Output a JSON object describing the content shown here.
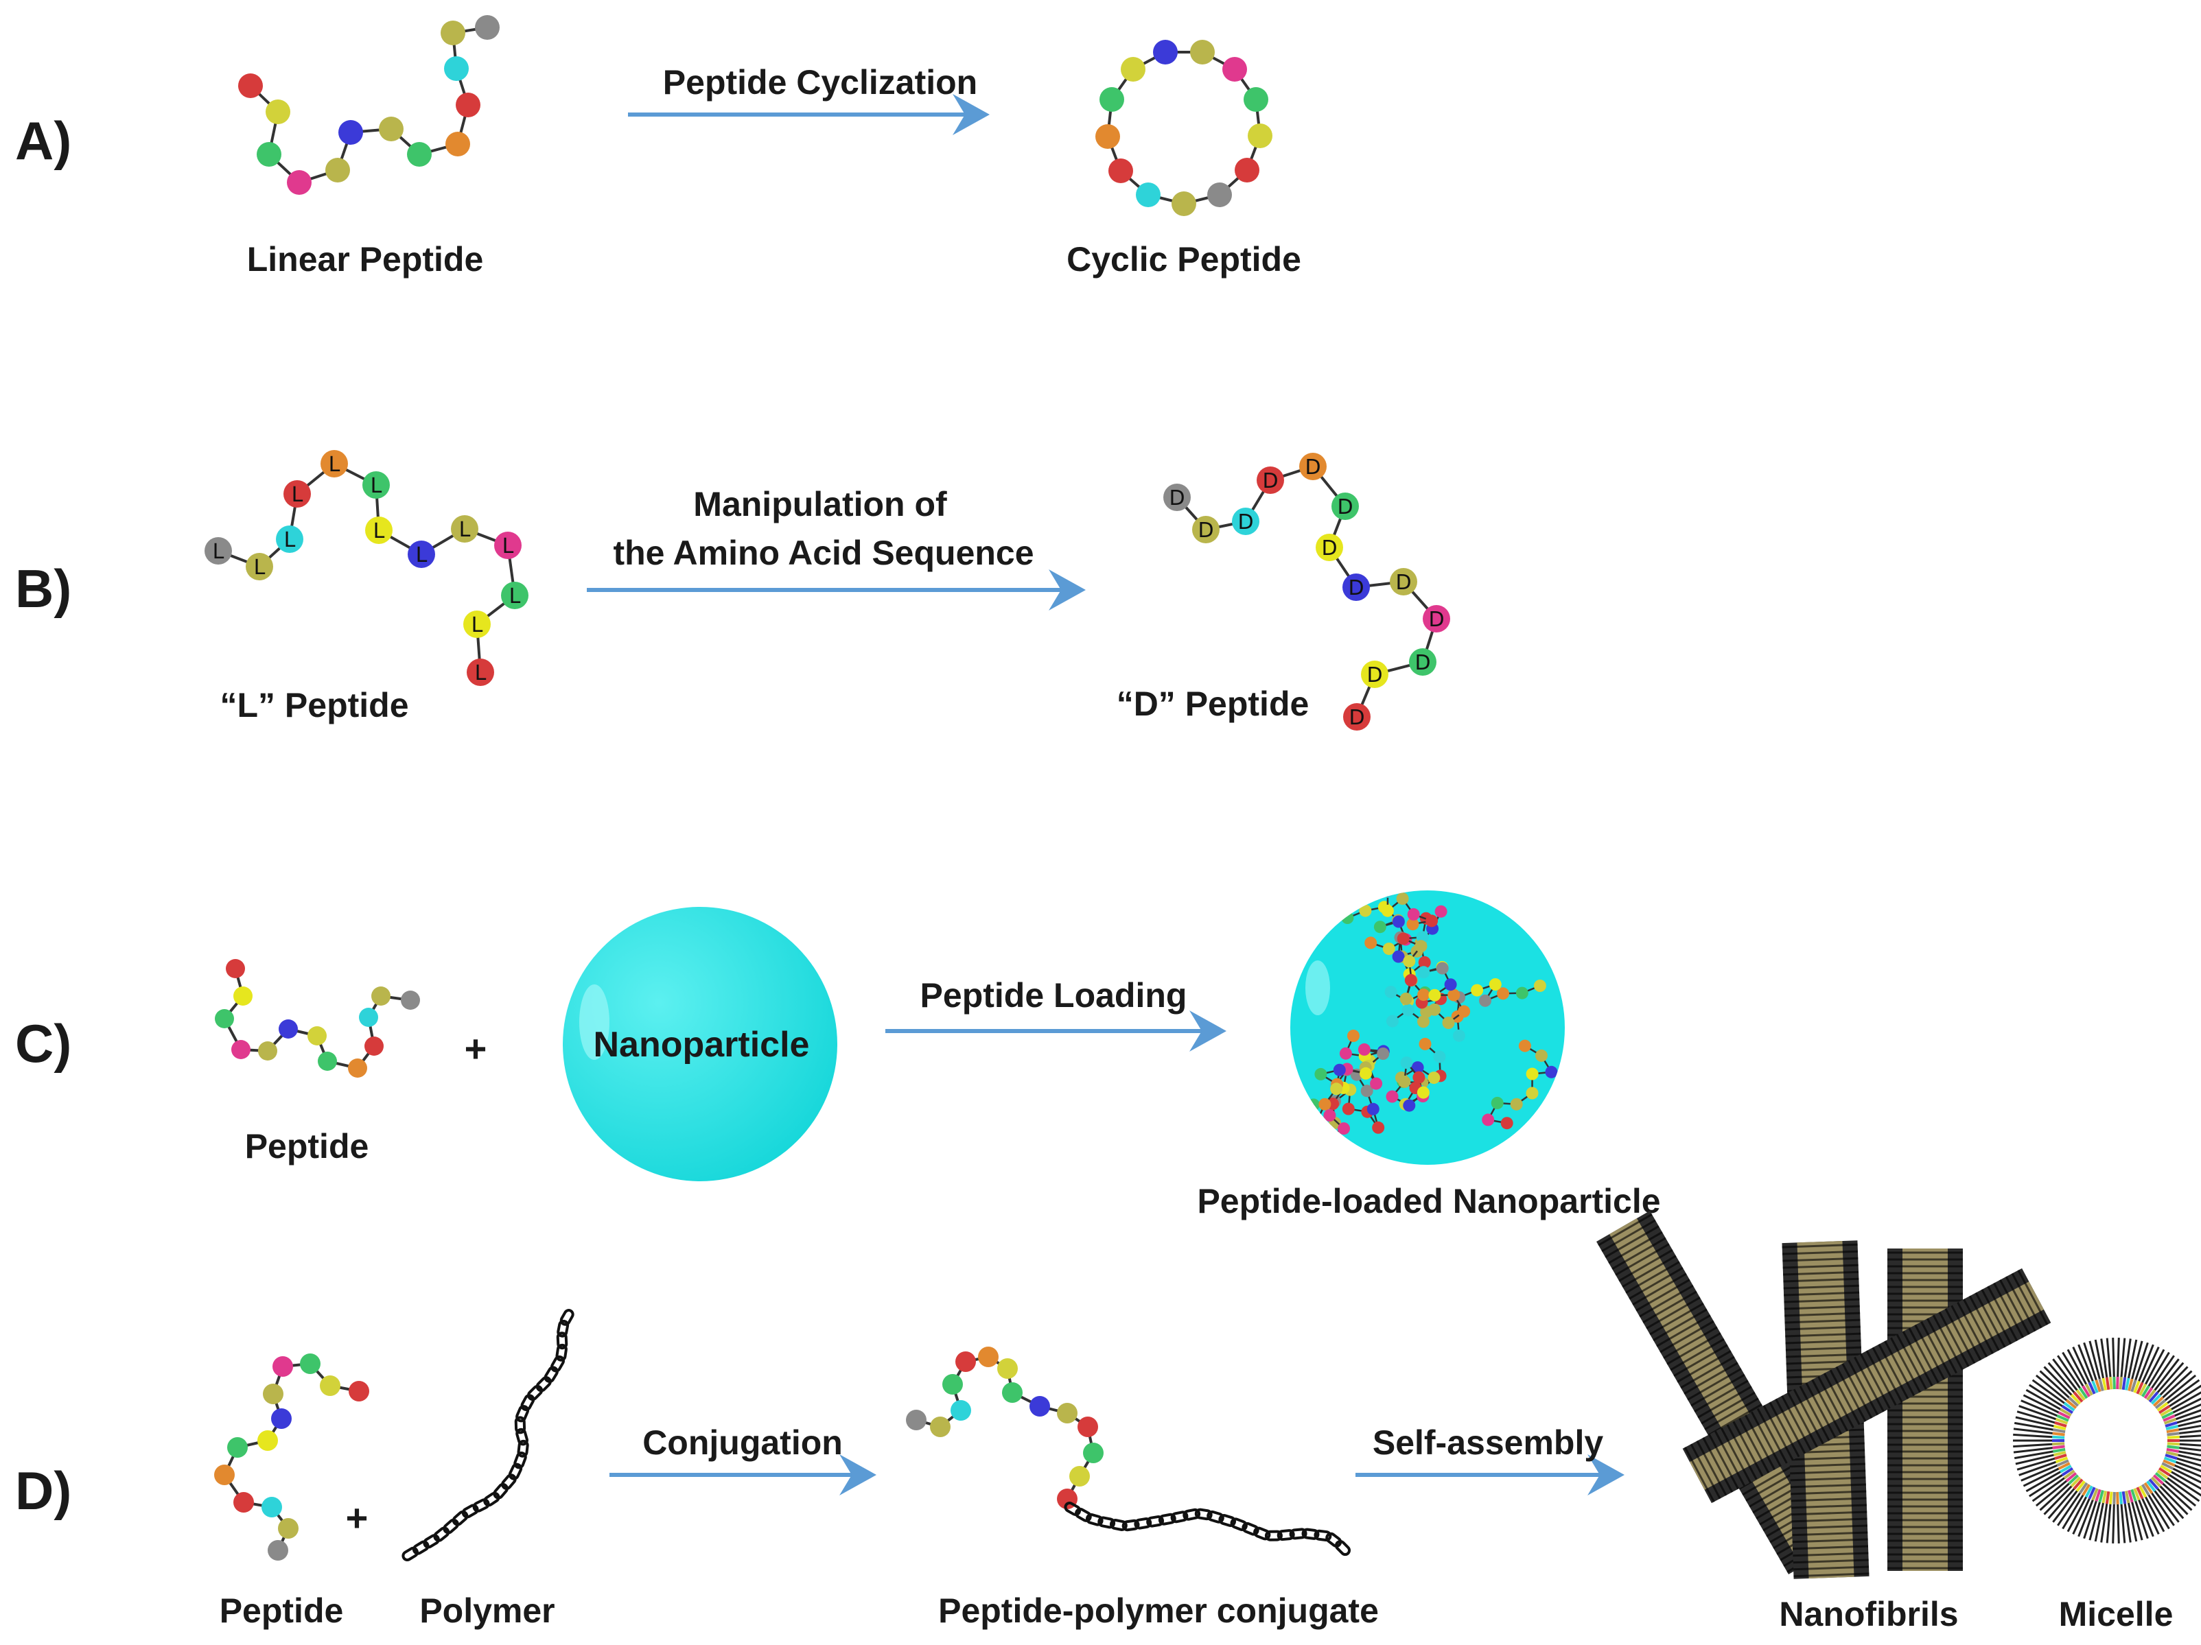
{
  "colors": {
    "arrow": "#5b9bd5",
    "nanoparticle": "#1be1e3",
    "residues": [
      "#d63b3b",
      "#d2d23a",
      "#3ec46a",
      "#e0398e",
      "#b9b54c",
      "#3b3ad8",
      "#2ed3d9",
      "#e2892f",
      "#8a8a8a",
      "#e6e61e"
    ]
  },
  "panels": [
    {
      "id": "A",
      "label": "A)",
      "left_caption": "Linear Peptide",
      "arrow_label": [
        "Peptide Cyclization"
      ],
      "right_caption": "Cyclic Peptide"
    },
    {
      "id": "B",
      "label": "B)",
      "left_caption": "“L” Peptide",
      "arrow_label": [
        "Manipulation of",
        "the Amino Acid Sequence"
      ],
      "right_caption": "“D” Peptide",
      "left_letter": "L",
      "right_letter": "D"
    },
    {
      "id": "C",
      "label": "C)",
      "left_caption": "Peptide",
      "plus": "+",
      "particle_label": "Nanoparticle",
      "arrow_label": [
        "Peptide Loading"
      ],
      "right_caption": "Peptide-loaded Nanoparticle"
    },
    {
      "id": "D",
      "label": "D)",
      "left_caption": "Peptide",
      "plus": "+",
      "polymer_caption": "Polymer",
      "arrow1_label": [
        "Conjugation"
      ],
      "conjugate_caption": "Peptide-polymer conjugate",
      "arrow2_label": [
        "Self-assembly"
      ],
      "fibril_caption": "Nanofibrils",
      "micelle_caption": "Micelle"
    }
  ]
}
